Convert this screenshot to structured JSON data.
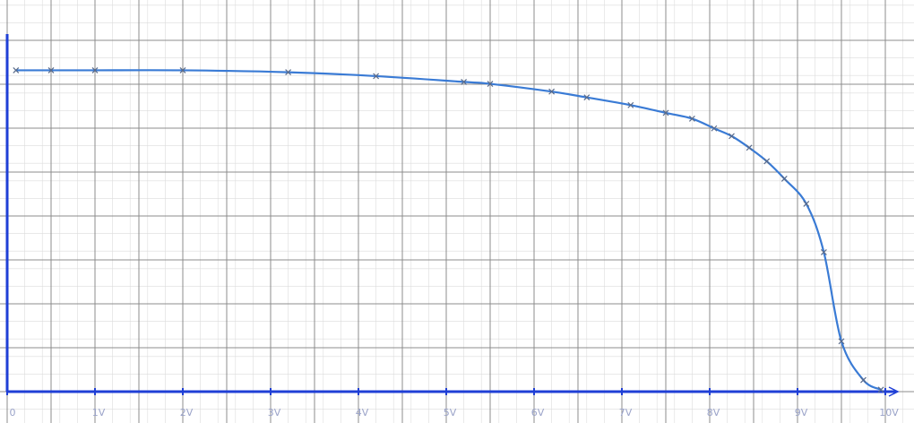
{
  "chart_data": {
    "type": "line",
    "title": "",
    "xlabel": "",
    "ylabel": "",
    "xlim": [
      0,
      10
    ],
    "ylim": [
      0,
      10
    ],
    "grid": true,
    "x_tick_labels": [
      {
        "value": 0,
        "label": "0"
      },
      {
        "value": 1,
        "label": "1V"
      },
      {
        "value": 2,
        "label": "2V"
      },
      {
        "value": 3,
        "label": "3V"
      },
      {
        "value": 4,
        "label": "4V"
      },
      {
        "value": 5,
        "label": "5V"
      },
      {
        "value": 6,
        "label": "6V"
      },
      {
        "value": 7,
        "label": "7V"
      },
      {
        "value": 8,
        "label": "8V"
      },
      {
        "value": 9,
        "label": "9V"
      },
      {
        "value": 10,
        "label": "10V"
      }
    ],
    "series": [
      {
        "points": [
          [
            0.1,
            8.3
          ],
          [
            0.5,
            8.3
          ],
          [
            1.0,
            8.3
          ],
          [
            2.0,
            8.3
          ],
          [
            3.2,
            8.25
          ],
          [
            4.2,
            8.15
          ],
          [
            5.2,
            8.0
          ],
          [
            5.5,
            7.95
          ],
          [
            6.2,
            7.75
          ],
          [
            6.6,
            7.6
          ],
          [
            7.1,
            7.4
          ],
          [
            7.5,
            7.2
          ],
          [
            7.8,
            7.05
          ],
          [
            8.05,
            6.8
          ],
          [
            8.25,
            6.6
          ],
          [
            8.45,
            6.3
          ],
          [
            8.65,
            5.95
          ],
          [
            8.85,
            5.5
          ],
          [
            9.1,
            4.85
          ],
          [
            9.3,
            3.6
          ],
          [
            9.5,
            1.3
          ],
          [
            9.75,
            0.3
          ],
          [
            9.95,
            0.05
          ]
        ]
      }
    ],
    "colors": {
      "line": "#3a7bd5",
      "axis": "#1f3fd6",
      "grid_major": "#8c8c8c",
      "grid_minor": "#dcdcdc",
      "marker": "#5a6b8a",
      "tick_label": "#9aa3c9"
    }
  }
}
